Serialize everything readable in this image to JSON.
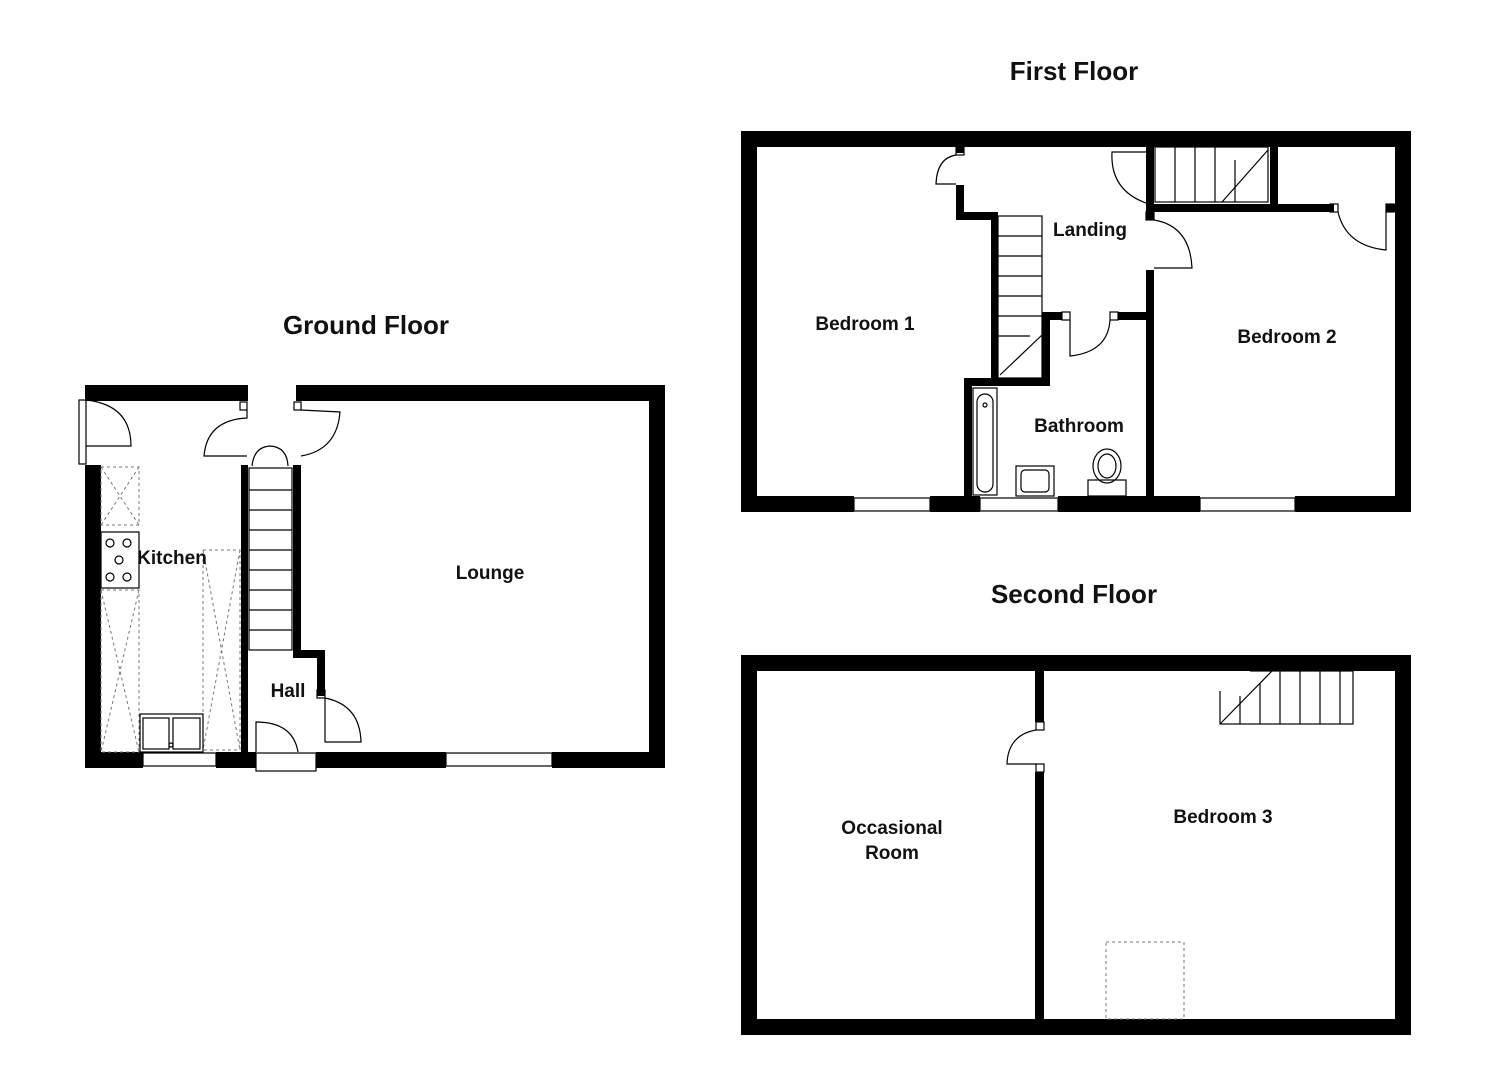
{
  "floors": {
    "ground": {
      "title": "Ground Floor",
      "rooms": {
        "kitchen": "Kitchen",
        "lounge": "Lounge",
        "hall": "Hall"
      }
    },
    "first": {
      "title": "First Floor",
      "rooms": {
        "bedroom1": "Bedroom 1",
        "landing": "Landing",
        "bedroom2": "Bedroom 2",
        "bathroom": "Bathroom"
      }
    },
    "second": {
      "title": "Second Floor",
      "rooms": {
        "occasional_line1": "Occasional",
        "occasional_line2": "Room",
        "bedroom3": "Bedroom 3"
      }
    }
  },
  "colors": {
    "wall": "#000000",
    "background": "#ffffff",
    "fixture_dash": "#777777"
  }
}
